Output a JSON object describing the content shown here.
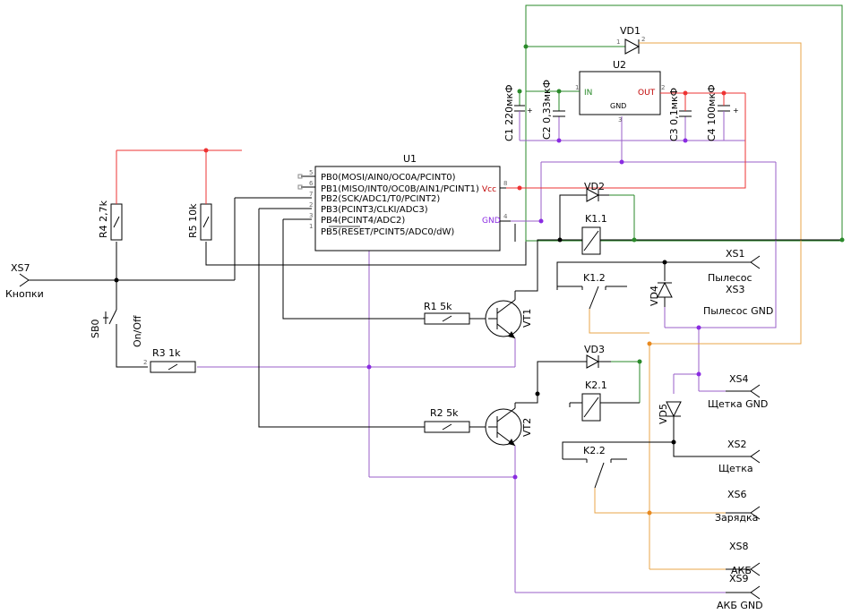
{
  "colors": {
    "wire": "#000000",
    "positive": "#e33333",
    "ground": "#9a5fc8",
    "power": "#2a8a2a",
    "output": "#e8a64a"
  },
  "components": {
    "u1": "U1",
    "u2": "U2",
    "u2_in": "IN",
    "u2_gnd": "GND",
    "u2_out": "OUT",
    "vd1": "VD1",
    "vd2": "VD2",
    "vd3": "VD3",
    "vd4": "VD4",
    "vd5": "VD5",
    "k11": "K1.1",
    "k12": "K1.2",
    "k21": "K2.1",
    "k22": "K2.2",
    "vt1": "VT1",
    "vt2": "VT2",
    "r1": "R1 5k",
    "r2": "R2 5k",
    "r3": "R3  1k",
    "r4": "R4 2,7k",
    "r5": "R5 10k",
    "c1": "C1 220мкФ",
    "c2": "C2 0,33мкФ",
    "c3": "C3 0,1мкФ",
    "c4": "C4 100мкФ",
    "sb0": "SB0",
    "sb0_note": "On/Off"
  },
  "u1_pins": [
    "PB0(MOSI/AIN0/OC0A/PCINT0)",
    "PB1(MISO/INT0/OC0B/AIN1/PCINT1)",
    "PB2(SCK/ADC1/T0/PCINT2)",
    "PB3(PCINT3/CLKI/ADC3)",
    "PB4(PCINT4/ADC2)",
    "PB5(RESET/PCINT5/ADC0/dW)"
  ],
  "u1_vcc": "Vcc",
  "u1_gnd": "GND",
  "connectors": [
    {
      "ref": "XS7",
      "label": "Кнопки"
    },
    {
      "ref": "XS1",
      "label": "Пылесос"
    },
    {
      "ref": "XS3",
      "label": "Пылесос  GND"
    },
    {
      "ref": "XS4",
      "label": "Щетка  GND"
    },
    {
      "ref": "XS2",
      "label": "Щетка"
    },
    {
      "ref": "XS6",
      "label": "Зарядка"
    },
    {
      "ref": "XS8",
      "label": "АКБ"
    },
    {
      "ref": "XS9",
      "label": "АКБ  GND"
    }
  ]
}
